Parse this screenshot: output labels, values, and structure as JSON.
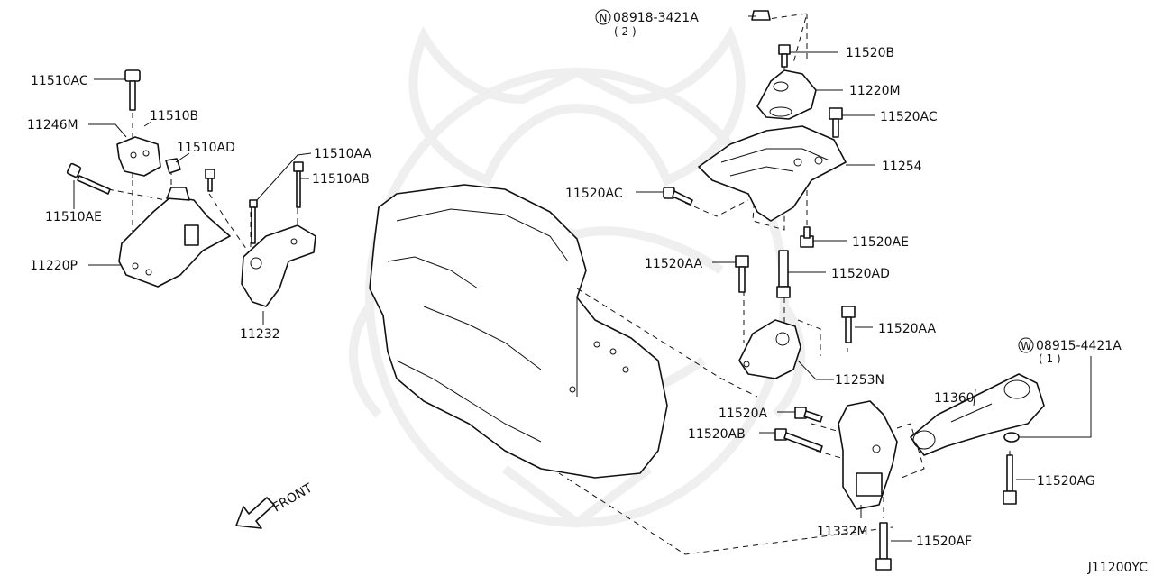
{
  "labels": {
    "l_11510AC": "11510AC",
    "l_11510B": "11510B",
    "l_11246M": "11246M",
    "l_11510AD": "11510AD",
    "l_11510AA": "11510AA",
    "l_11510AB": "11510AB",
    "l_11510AE": "11510AE",
    "l_11220P": "11220P",
    "l_11232": "11232",
    "l_08918_num": "08918-3421A",
    "l_08918_qty": "( 2 )",
    "l_11520B": "11520B",
    "l_11220M": "11220M",
    "l_11520AC_r": "11520AC",
    "l_11254": "11254",
    "l_11520AC_l": "11520AC",
    "l_11520AE": "11520AE",
    "l_11520AA_l": "11520AA",
    "l_11520AD": "11520AD",
    "l_11520AA_r": "11520AA",
    "l_11253N": "11253N",
    "l_08915_num": "08915-4421A",
    "l_08915_qty": "( 1 )",
    "l_11360": "11360",
    "l_11520A": "11520A",
    "l_11520AB": "11520AB",
    "l_11520AG": "11520AG",
    "l_11332M": "11332M",
    "l_11520AF": "11520AF",
    "front": "FRONT",
    "diagram_id": "J11200YC"
  },
  "prefixes": {
    "n_mark": "N",
    "w_mark": "W"
  }
}
